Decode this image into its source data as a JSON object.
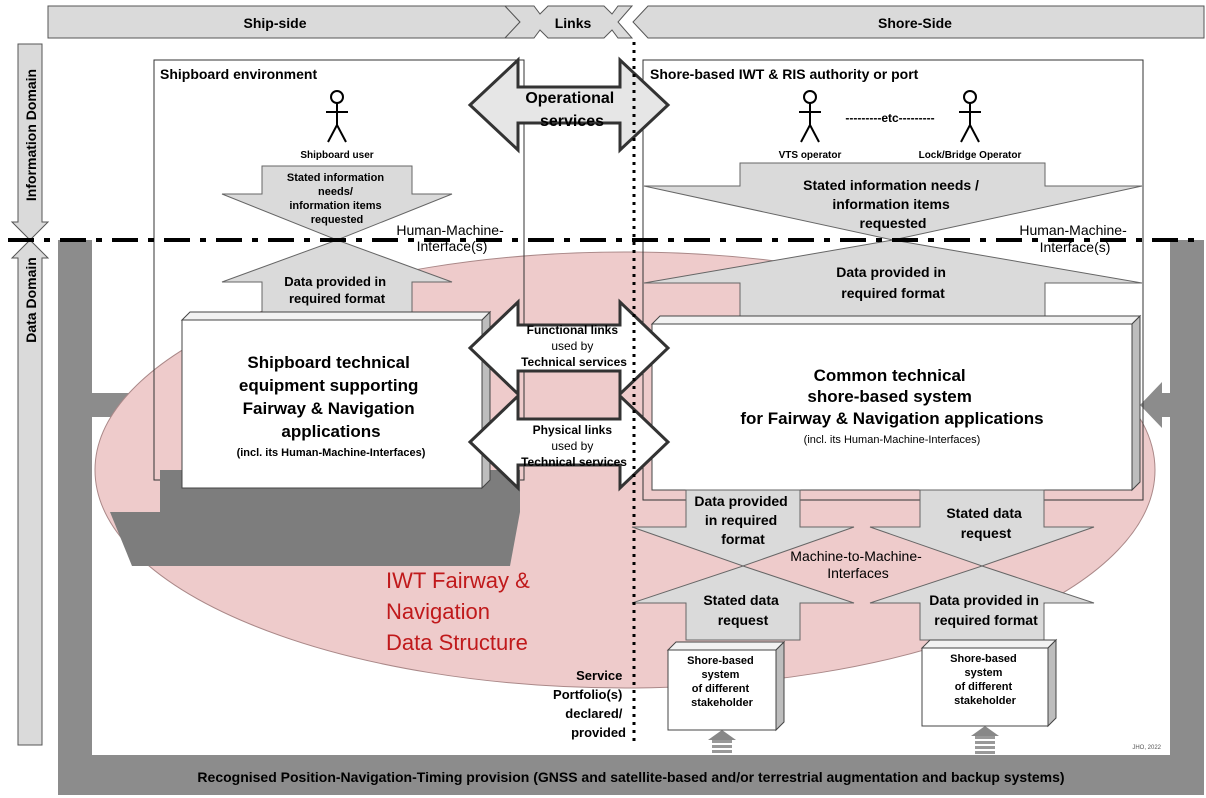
{
  "header": {
    "ship_side": "Ship-side",
    "links": "Links",
    "shore_side": "Shore-Side"
  },
  "domains": {
    "information": "Information Domain",
    "data": "Data Domain"
  },
  "ship": {
    "environment": "Shipboard environment",
    "user": "Shipboard user",
    "needs": [
      "Stated information",
      "needs/",
      "information items",
      "requested"
    ],
    "hmi": [
      "Human-Machine-",
      "Interface(s)"
    ],
    "data_provided": [
      "Data provided in",
      "required format"
    ],
    "equipment": [
      "Shipboard technical",
      "equipment supporting",
      "Fairway & Navigation",
      "applications"
    ],
    "equipment_note": "(incl. its Human-Machine-Interfaces)"
  },
  "links": {
    "operational": [
      "Operational",
      "services"
    ],
    "functional": [
      "Functional links",
      "used by",
      "Technical services"
    ],
    "physical": [
      "Physical links",
      "used by",
      "Technical services"
    ]
  },
  "shore": {
    "authority": "Shore-based IWT & RIS authority or port",
    "vts": "VTS operator",
    "etc": "---------etc---------",
    "lock": "Lock/Bridge Operator",
    "needs": [
      "Stated information needs /",
      "information items",
      "requested"
    ],
    "hmi": [
      "Human-Machine-",
      "Interface(s)"
    ],
    "data_provided": [
      "Data provided in",
      "required format"
    ],
    "system": [
      "Common technical",
      "shore-based system",
      "for Fairway & Navigation applications"
    ],
    "system_note": "(incl. its Human-Machine-Interfaces)",
    "m2m_left_top": [
      "Data provided",
      "in required",
      "format"
    ],
    "m2m_right_top": [
      "Stated data",
      "request"
    ],
    "m2m": [
      "Machine-to-Machine-",
      "Interfaces"
    ],
    "m2m_left_bottom": [
      "Stated data",
      "request"
    ],
    "m2m_right_bottom": [
      "Data provided in",
      "required format"
    ],
    "stakeholder_box": [
      "Shore-based",
      "system",
      "of different",
      "stakeholder"
    ]
  },
  "structure": [
    "IWT Fairway &",
    "Navigation",
    "Data Structure"
  ],
  "portfolio": [
    "Service",
    "Portfolio(s)",
    "declared/",
    "provided"
  ],
  "credit": "JHO, 2022",
  "pnt": "Recognised Position-Navigation-Timing provision (GNSS and satellite-based and/or terrestrial augmentation and backup systems)",
  "colors": {
    "arrow_fill": "#dadada",
    "pnt_grey": "#8c8c8c",
    "ship_grey": "#7d7d7d",
    "ellipse": "#eecbcb",
    "structure_red": "#c0191b"
  }
}
